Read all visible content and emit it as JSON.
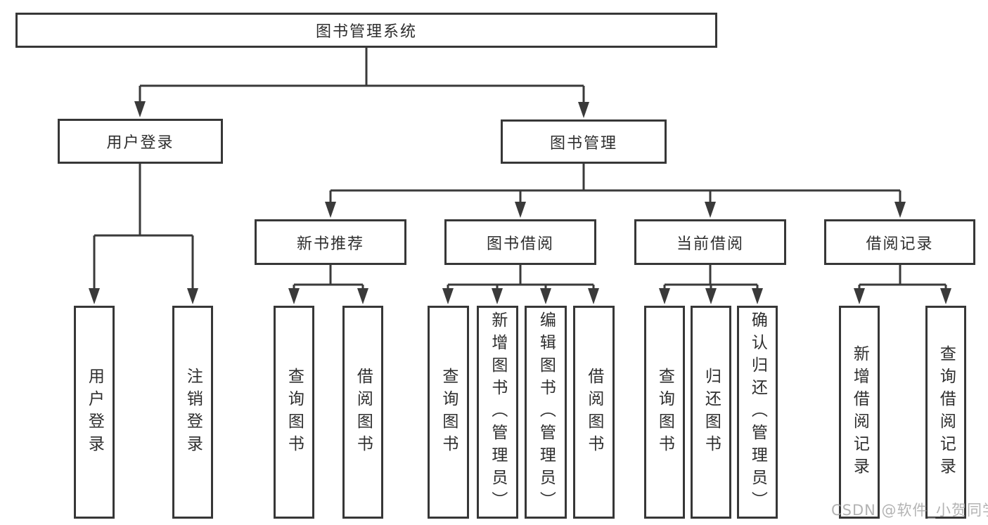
{
  "root": {
    "label": "图书管理系统"
  },
  "level2": {
    "user_login": {
      "label": "用户登录"
    },
    "book_management": {
      "label": "图书管理"
    }
  },
  "level3": {
    "new_book_recommend": {
      "label": "新书推荐"
    },
    "book_borrowing": {
      "label": "图书借阅"
    },
    "current_borrowing": {
      "label": "当前借阅"
    },
    "borrowing_records": {
      "label": "借阅记录"
    }
  },
  "leaves": {
    "user_login": [
      "用户登录",
      "注销登录"
    ],
    "new_book_recommend": [
      "查询图书",
      "借阅图书"
    ],
    "book_borrowing": [
      "查询图书",
      "新增图书（管理员）",
      "编辑图书（管理员）",
      "借阅图书"
    ],
    "current_borrowing": [
      "查询图书",
      "归还图书",
      "确认归还（管理员）"
    ],
    "borrowing_records": [
      "新增借阅记录",
      "查询借阅记录"
    ]
  },
  "watermark": "CSDN @软件_小贺同学",
  "colors": {
    "line": "#3a3a3a",
    "border": "#373737",
    "text": "#2e2e2e",
    "watermark": "#a6a6a6",
    "background": "#ffffff"
  }
}
